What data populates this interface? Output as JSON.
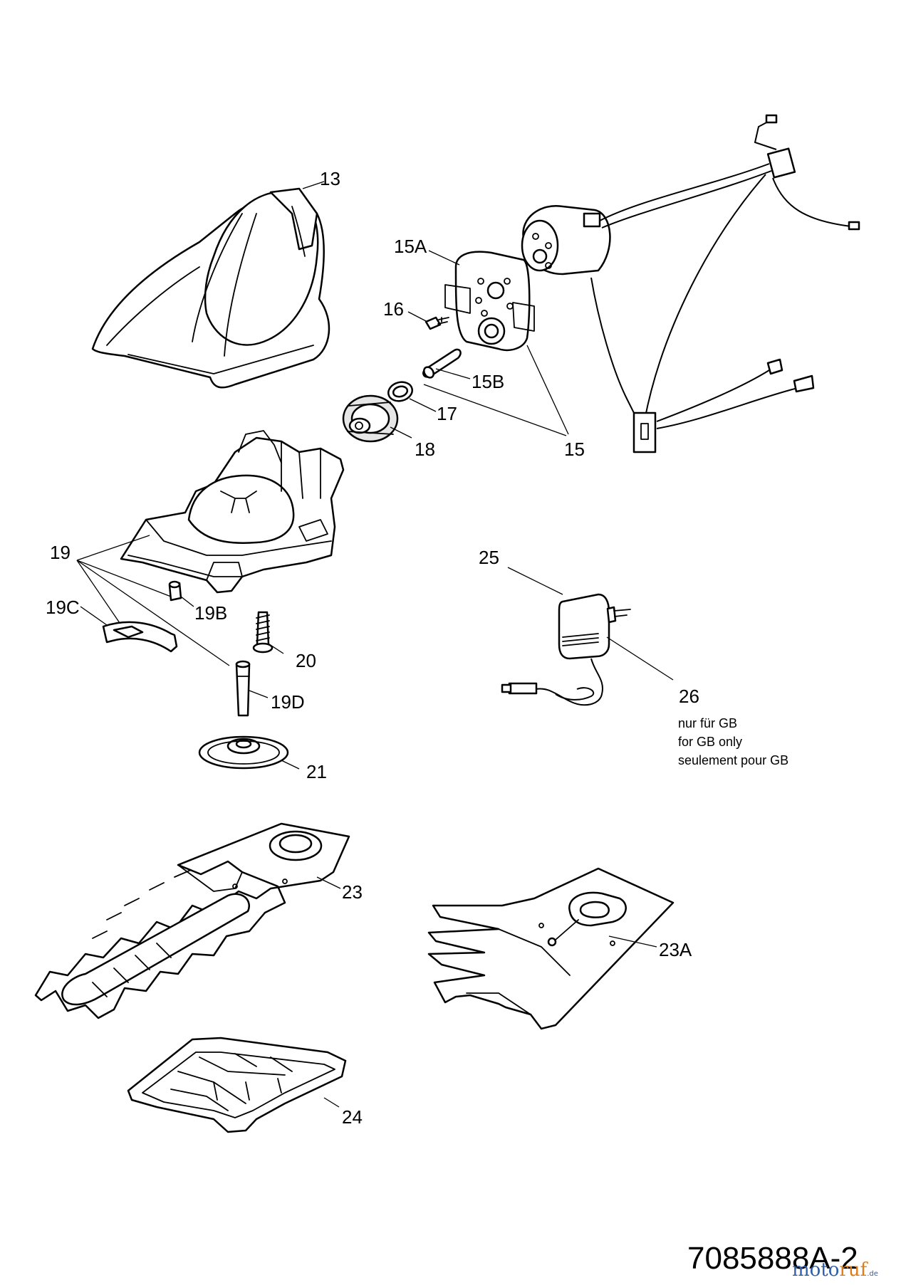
{
  "labels": {
    "p13": "13",
    "p15a": "15A",
    "p16": "16",
    "p15b": "15B",
    "p17": "17",
    "p15": "15",
    "p18": "18",
    "p19": "19",
    "p19b": "19B",
    "p19c": "19C",
    "p20": "20",
    "p19d": "19D",
    "p21": "21",
    "p23": "23",
    "p23a": "23A",
    "p24": "24",
    "p25": "25",
    "p26": "26"
  },
  "note": {
    "line1": "nur für GB",
    "line2": "for GB only",
    "line3": "seulement pour GB"
  },
  "drawing_number": "7085888A-2",
  "watermark": {
    "part1": "moto",
    "part2": "ruf",
    "part3": ".de",
    "color_primary": "#2f5fa8",
    "color_accent": "#e07b1a"
  }
}
